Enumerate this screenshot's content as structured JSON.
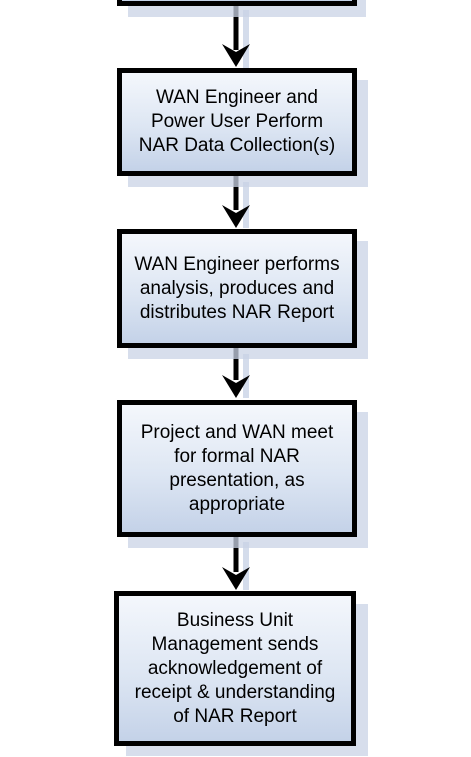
{
  "steps": [
    {
      "lines": []
    },
    {
      "lines": [
        "WAN Engineer and",
        "Power User Perform",
        "NAR Data Collection(s)"
      ]
    },
    {
      "lines": [
        "WAN Engineer performs",
        "analysis, produces and",
        "distributes NAR Report"
      ]
    },
    {
      "lines": [
        "Project and WAN meet",
        "for formal NAR",
        "presentation, as",
        "appropriate"
      ]
    },
    {
      "lines": [
        "Business Unit",
        "Management sends",
        "acknowledgement of",
        "receipt & understanding",
        "of NAR Report"
      ]
    }
  ],
  "colors": {
    "box_border": "#000000",
    "box_fill_top": "#f4f7fc",
    "box_fill_bottom": "#c4d2e8",
    "shadow": "#c9d3e6",
    "arrow": "#000000"
  }
}
